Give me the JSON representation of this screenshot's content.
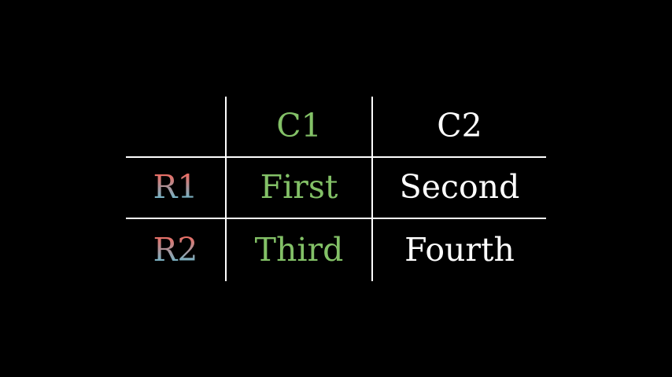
{
  "chart_data": {
    "type": "table",
    "title": "",
    "column_headers": [
      "C1",
      "C2"
    ],
    "row_headers": [
      "R1",
      "R2"
    ],
    "cells": [
      [
        "First",
        "Second"
      ],
      [
        "Third",
        "Fourth"
      ]
    ],
    "layout_hints": {
      "grid": "partial: one vertical divider before each data column, one horizontal divider below header and between rows",
      "background": "black canvas, Manim-style rendered table"
    }
  },
  "colors": {
    "background": "#000000",
    "grid_lines": "#ffffff",
    "column_c1_text": "#83c167",
    "column_c2_text": "#ffffff",
    "row_header_gradient_top": "#fc6255",
    "row_header_gradient_bottom": "#58c4dd"
  }
}
